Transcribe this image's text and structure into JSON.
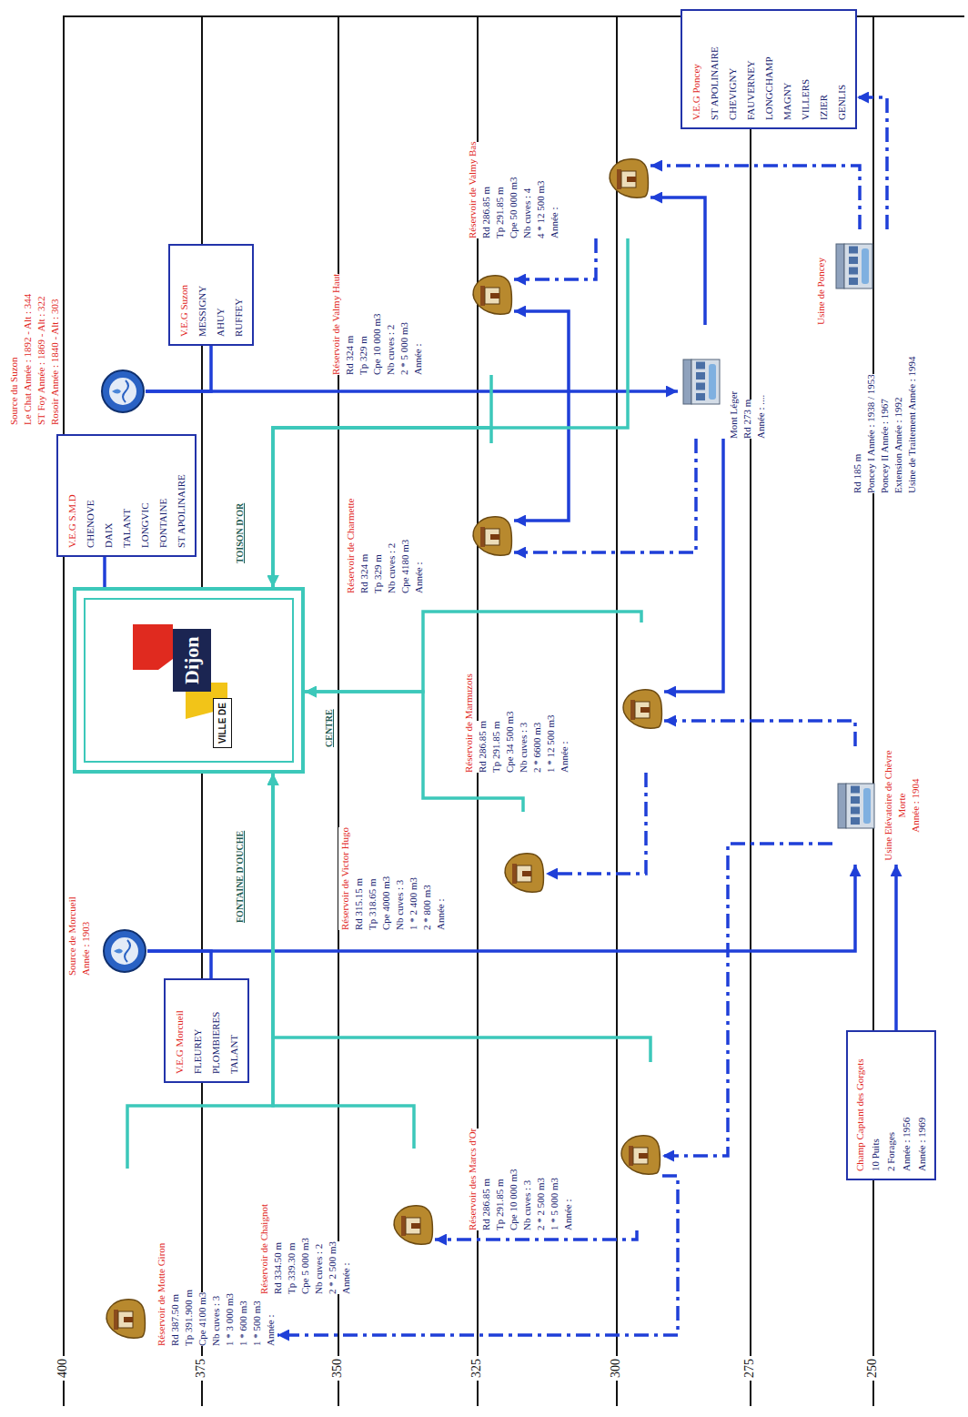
{
  "diagram": {
    "nodes": [
      {
        "text": [
          "Source du Suzon",
          "Le Chat Année : 1892 - Alt : 344",
          "ST Foy Année : 1869 - Alt : 322",
          "Rosoir Année : 1840 - Alt : 303"
        ]
      },
      {
        "text": [
          "V.E.G Suzon",
          "MESSIGNY",
          "AHUY",
          "RUFFEY"
        ]
      },
      {
        "text": [
          "V.E.G S.M.D",
          "CHENOVE",
          "DAIX",
          "TALANT",
          "LONGVIC",
          "FONTAINE",
          "ST APOLINAIRE"
        ]
      },
      {
        "text": [
          "VILLE DE",
          "Dijon"
        ]
      },
      {
        "text": [
          "Source de Morcueil",
          "Année : 1903"
        ]
      },
      {
        "text": [
          "V.E.G Morcueil",
          "FLEUREY",
          "PLOMBIERES",
          "TALANT"
        ]
      },
      {
        "text": [
          "Réservoir de Motte Giron",
          "Rd 387.50 m",
          "Tp 391.900 m",
          "Cpe 4100 m3",
          "Nb cuves : 3",
          "1 * 3 000 m3",
          "1 * 600 m3",
          "1 * 500 m3",
          "Année :"
        ]
      },
      {
        "text": [
          "Réservoir de Chaignot",
          "Rd 334.50 m",
          "Tp 339.30 m",
          "Cpe 5 000 m3",
          "Nb cuves : 2",
          "2 * 2 500 m3",
          "Année :"
        ]
      },
      {
        "text": [
          "Réservoir des Marcs d'Or",
          "Rd 286.85 m",
          "Tp 291.85 m",
          "Cpe 10 000 m3",
          "Nb cuves : 3",
          "2 * 2 500 m3",
          "1 * 5 000 m3",
          "Année :"
        ]
      },
      {
        "text": [
          "Réservoir de Victor Hugo",
          "Rd 315.15 m",
          "Tp 318.65 m",
          "Cpe 4000 m3",
          "Nb cuves : 3",
          "1 * 2 400 m3",
          "2 * 800 m3",
          "Année :"
        ]
      },
      {
        "text": [
          "Réservoir de Marmuzots",
          "Rd 286.85 m",
          "Tp 291.85 m",
          "Cpe 34 500 m3",
          "Nb cuves : 3",
          "2 * 6600 m3",
          "1 * 12 500 m3",
          "Année :"
        ]
      },
      {
        "text": [
          "Réservoir de Charmette",
          "Rd 324 m",
          "Tp 329 m",
          "Nb cuves : 2",
          "Cpe 4180 m3",
          "Année :"
        ]
      },
      {
        "text": [
          "Réservoir de Valmy Haut",
          "Rd 324 m",
          "Tp 329 m",
          "Cpe 10 000 m3",
          "Nb cuves : 2",
          "2 * 5 000 m3",
          "Année :"
        ]
      },
      {
        "text": [
          "Réservoir de Valmy Bas",
          "Rd 286.85 m",
          "Tp 291.85 m",
          "Cpe 50 000 m3",
          "Nb cuves : 4",
          "4 * 12 500 m3",
          "Année :"
        ]
      },
      {
        "text": [
          "Mont Léger",
          "Rd 273 m",
          "Année : ...."
        ]
      },
      {
        "text": [
          "Usine de Poncey",
          "Rd 185 m",
          "Poncey I Année : 1938 / 1953",
          "Poncey II Année : 1967",
          "Extension Année : 1992",
          "Usine de Traitement Année : 1994"
        ]
      },
      {
        "text": [
          "V.E.G Poncey",
          "ST APOLINAIRE",
          "CHEVIGNY",
          "FAUVERNEY",
          "LONGCHAMP",
          "MAGNY",
          "VILLERS",
          "IZIER",
          "GENLIS"
        ]
      },
      {
        "text": [
          "Usine Elévatoire de Chèvre Morte",
          "Année : 1904"
        ]
      },
      {
        "text": [
          "Champ Captant des Gorgets",
          "10 Puits",
          "2 Forages",
          "Année : 1956",
          "Année : 1969"
        ]
      }
    ],
    "edges": [
      {
        "from": 0,
        "to": 14,
        "arrow": "to"
      },
      {
        "from": 0,
        "to": 1,
        "arrow": "none"
      },
      {
        "from": 2,
        "to": 3,
        "arrow": "none"
      },
      {
        "from": 4,
        "to": 17,
        "arrow": "to"
      },
      {
        "from": 4,
        "to": 5,
        "arrow": "none"
      },
      {
        "from": 18,
        "to": 17,
        "arrow": "to"
      },
      {
        "from": 14,
        "to": 13,
        "arrow": "to"
      },
      {
        "from": 14,
        "to": 10,
        "arrow": "to"
      },
      {
        "from": 14,
        "to": 11,
        "arrow": "to"
      },
      {
        "from": 12,
        "to": 11,
        "arrow": "both"
      },
      {
        "from": 13,
        "to": 12,
        "arrow": "to"
      },
      {
        "from": 15,
        "to": 13,
        "arrow": "to"
      },
      {
        "from": 15,
        "to": 16,
        "arrow": "to"
      },
      {
        "from": 17,
        "to": 10,
        "arrow": "to"
      },
      {
        "from": 17,
        "to": 8,
        "arrow": "to"
      },
      {
        "from": 10,
        "to": 9,
        "arrow": "to"
      },
      {
        "from": 8,
        "to": 7,
        "arrow": "to"
      },
      {
        "from": 8,
        "to": 6,
        "arrow": "to"
      },
      {
        "from": 8,
        "to": 3,
        "arrow": "to"
      },
      {
        "from": 7,
        "to": 3,
        "arrow": "to"
      },
      {
        "from": 6,
        "to": 3,
        "arrow": "to"
      },
      {
        "from": 9,
        "to": 3,
        "arrow": "to"
      },
      {
        "from": 10,
        "to": 3,
        "arrow": "to"
      },
      {
        "from": 13,
        "to": 3,
        "arrow": "to"
      },
      {
        "from": 12,
        "to": 3,
        "arrow": "to"
      },
      {
        "from": 11,
        "to": 3,
        "arrow": "to"
      }
    ],
    "labels": [
      "400",
      "375",
      "350",
      "325",
      "300",
      "275",
      "250",
      "TOISON D'OR",
      "CENTRE",
      "FONTAINE D'OUCHE"
    ]
  }
}
